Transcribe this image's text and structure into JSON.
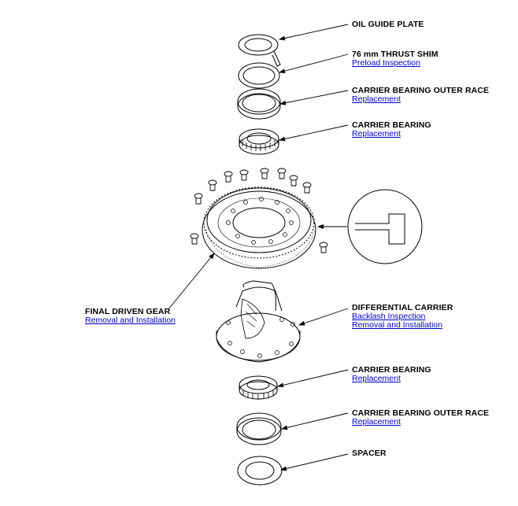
{
  "callouts": {
    "oil_guide_plate": {
      "title": "OIL GUIDE PLATE"
    },
    "thrust_shim": {
      "title": "76 mm THRUST SHIM",
      "links": [
        "Preload Inspection"
      ]
    },
    "outer_race_top": {
      "title": "CARRIER BEARING OUTER RACE",
      "links": [
        "Replacement"
      ]
    },
    "bearing_top": {
      "title": "CARRIER BEARING",
      "links": [
        "Replacement"
      ]
    },
    "final_driven_gear": {
      "title": "FINAL DRIVEN GEAR",
      "links": [
        "Removal and Installation"
      ]
    },
    "differential_carrier": {
      "title": "DIFFERENTIAL CARRIER",
      "links": [
        "Backlash Inspection",
        "Removal and Installation"
      ]
    },
    "bearing_bottom": {
      "title": "CARRIER BEARING",
      "links": [
        "Replacement"
      ]
    },
    "outer_race_bottom": {
      "title": "CARRIER BEARING OUTER RACE",
      "links": [
        "Replacement"
      ]
    },
    "spacer": {
      "title": "SPACER"
    }
  },
  "colors": {
    "line": "#000000",
    "link": "#0000cc"
  }
}
